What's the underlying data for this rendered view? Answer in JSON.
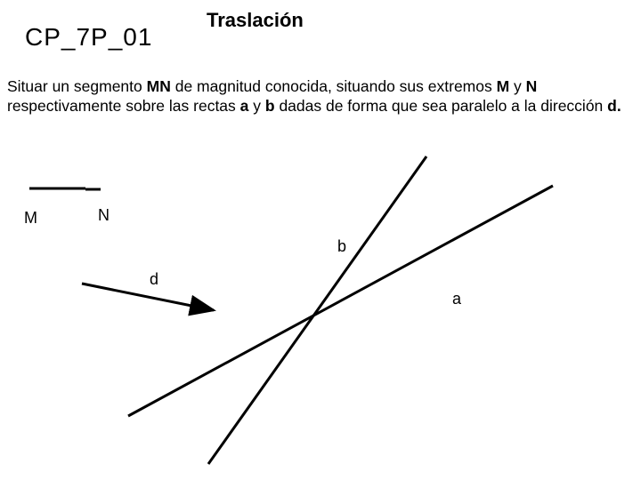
{
  "header": {
    "code": "CP_7P_01",
    "title": "Traslación"
  },
  "statement": {
    "parts": [
      {
        "text": "Situar un segmento ",
        "bold": false
      },
      {
        "text": "MN",
        "bold": true
      },
      {
        "text": " de magnitud conocida, situando sus extremos ",
        "bold": false
      },
      {
        "text": "M",
        "bold": true
      },
      {
        "text": " y ",
        "bold": false
      },
      {
        "text": "N",
        "bold": true
      },
      {
        "text": " respectivamente sobre las rectas ",
        "bold": false
      },
      {
        "text": "a",
        "bold": true
      },
      {
        "text": " y ",
        "bold": false
      },
      {
        "text": "b",
        "bold": true
      },
      {
        "text": " dadas de forma que sea paralelo a la dirección ",
        "bold": false
      },
      {
        "text": "d.",
        "bold": true
      }
    ]
  },
  "figure": {
    "labels": {
      "m": "M",
      "n": "N",
      "b": "b",
      "d": "d",
      "a": "a"
    },
    "line_color": "#000000"
  }
}
